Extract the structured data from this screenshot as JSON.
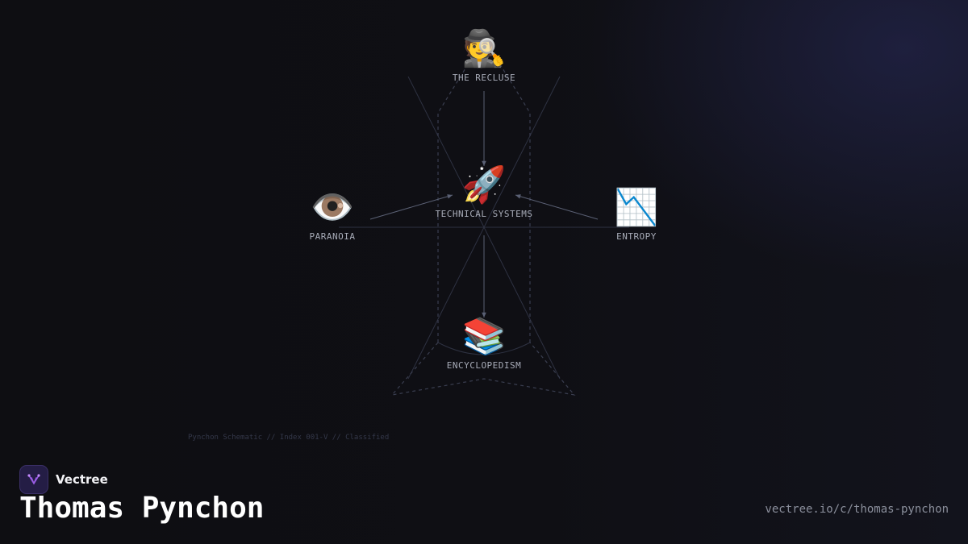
{
  "diagram": {
    "nodes": [
      {
        "id": "recluse",
        "label": "THE RECLUSE",
        "icon": "detective-icon",
        "glyph": "🕵️"
      },
      {
        "id": "technical",
        "label": "TECHNICAL SYSTEMS",
        "icon": "rocket-icon",
        "glyph": "🚀"
      },
      {
        "id": "paranoia",
        "label": "PARANOIA",
        "icon": "eye-icon",
        "glyph": "👁️"
      },
      {
        "id": "entropy",
        "label": "ENTROPY",
        "icon": "chart-decreasing-icon",
        "glyph": "📉"
      },
      {
        "id": "encyclopedism",
        "label": "ENCYCLOPEDISM",
        "icon": "books-icon",
        "glyph": "📚"
      }
    ],
    "edges": [
      {
        "from": "recluse",
        "to": "technical"
      },
      {
        "from": "paranoia",
        "to": "technical"
      },
      {
        "from": "entropy",
        "to": "technical"
      },
      {
        "from": "technical",
        "to": "encyclopedism"
      }
    ],
    "footnote": "Pynchon Schematic // Index 001-V // Classified"
  },
  "brand": {
    "name": "Vectree",
    "logo_icon": "vectree-logo-icon"
  },
  "title": "Thomas Pynchon",
  "url": "vectree.io/c/thomas-pynchon",
  "colors": {
    "background": "#0e0e12",
    "line": "#4a5064",
    "label": "#a8acb8",
    "logo_bg": "#241d45",
    "logo_accent": "#9b5de5"
  }
}
